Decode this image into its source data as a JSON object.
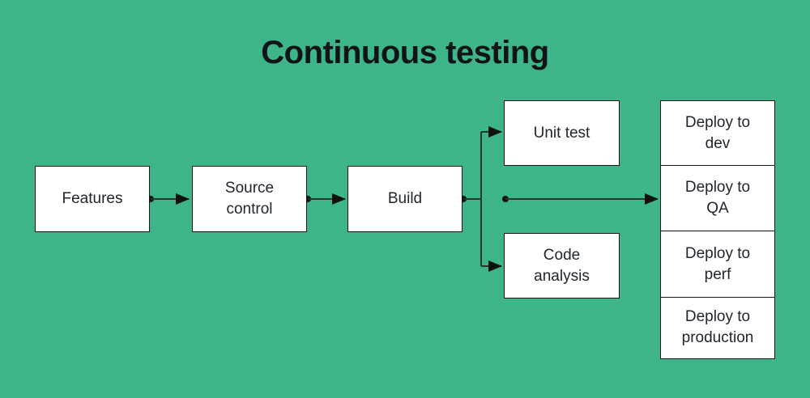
{
  "title": "Continuous testing",
  "colors": {
    "background": "#3EB489",
    "box_fill": "#FFFFFF",
    "box_border": "#141414",
    "connector_line": "#25382E",
    "connector_marker": "#0D120F",
    "text": "#20262E",
    "title_text": "#101418"
  },
  "nodes": [
    {
      "id": "features",
      "label": "Features"
    },
    {
      "id": "source-control",
      "label": "Source\ncontrol"
    },
    {
      "id": "build",
      "label": "Build"
    },
    {
      "id": "unit-test",
      "label": "Unit test"
    },
    {
      "id": "code-analysis",
      "label": "Code\nanalysis"
    },
    {
      "id": "deploy-dev",
      "label": "Deploy to\ndev"
    },
    {
      "id": "deploy-qa",
      "label": "Deploy to\nQA"
    },
    {
      "id": "deploy-perf",
      "label": "Deploy to\nperf"
    },
    {
      "id": "deploy-production",
      "label": "Deploy to\nproduction"
    }
  ],
  "edges": [
    {
      "from": "features",
      "to": "source-control"
    },
    {
      "from": "source-control",
      "to": "build"
    },
    {
      "from": "build",
      "to": "unit-test"
    },
    {
      "from": "build",
      "to": "code-analysis"
    },
    {
      "from": "build",
      "to": "deploy-qa"
    }
  ]
}
